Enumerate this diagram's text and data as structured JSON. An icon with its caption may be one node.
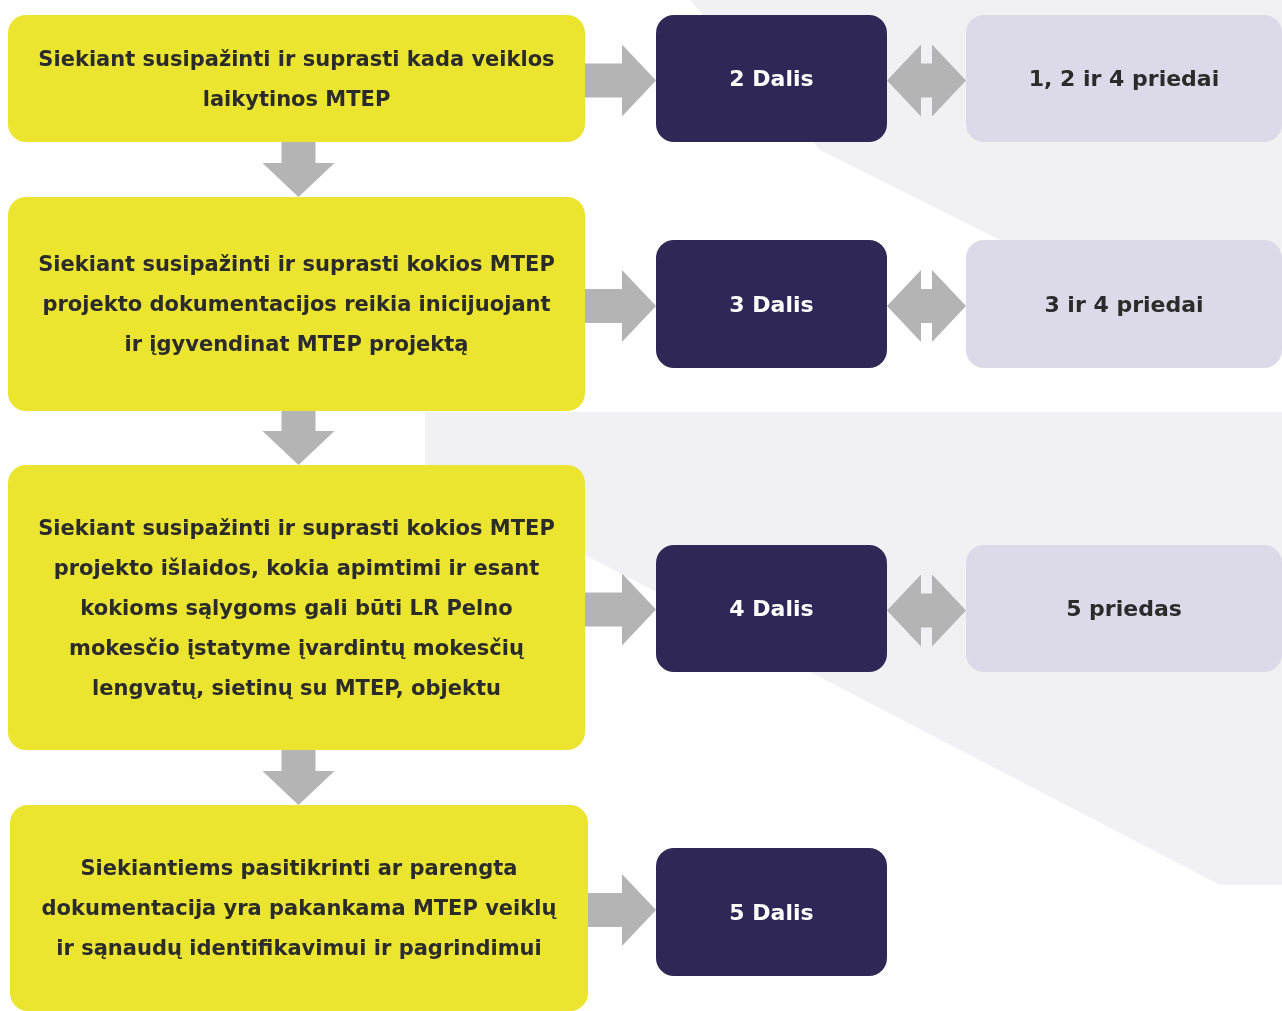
{
  "diagram": {
    "nodes": [
      {
        "text": [
          "Siekiant susipažinti ir suprasti kada veiklos laikytinos MTEP"
        ]
      },
      {
        "text": [
          "2 Dalis"
        ]
      },
      {
        "text": [
          "1, 2 ir 4 priedai"
        ]
      },
      {
        "text": [
          "Siekiant susipažinti ir suprasti kokios MTEP projekto dokumentacijos reikia inicijuojant ir įgyvendinat MTEP projektą"
        ]
      },
      {
        "text": [
          "3 Dalis"
        ]
      },
      {
        "text": [
          "3 ir 4 priedai"
        ]
      },
      {
        "text": [
          "Siekiant susipažinti ir suprasti kokios MTEP projekto išlaidos, kokia apimtimi ir esant kokioms sąlygoms gali būti LR Pelno mokesčio įstatyme įvardintų mokesčių lengvatų, sietinų su MTEP, objektu"
        ]
      },
      {
        "text": [
          "4 Dalis"
        ]
      },
      {
        "text": [
          "5 priedas"
        ]
      },
      {
        "text": [
          "Siekiantiems pasitikrinti ar parengta dokumentacija yra pakankama MTEP veiklų ir sąnaudų identifikavimui ir pagrindimui"
        ]
      },
      {
        "text": [
          "5 Dalis"
        ]
      }
    ],
    "edges": [
      {
        "from": 0,
        "to": 3,
        "arrow": "to"
      },
      {
        "from": 3,
        "to": 6,
        "arrow": "to"
      },
      {
        "from": 6,
        "to": 9,
        "arrow": "to"
      },
      {
        "from": 0,
        "to": 1,
        "arrow": "to"
      },
      {
        "from": 3,
        "to": 4,
        "arrow": "to"
      },
      {
        "from": 6,
        "to": 7,
        "arrow": "to"
      },
      {
        "from": 9,
        "to": 10,
        "arrow": "to"
      },
      {
        "from": 1,
        "to": 2,
        "arrow": "both"
      },
      {
        "from": 4,
        "to": 5,
        "arrow": "both"
      },
      {
        "from": 7,
        "to": 8,
        "arrow": "both"
      }
    ]
  }
}
